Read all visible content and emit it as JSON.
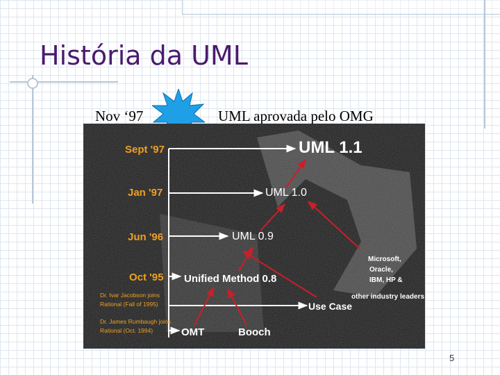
{
  "slide": {
    "title": "História da UML",
    "event_date": "Nov ‘97",
    "event_text": "UML aprovada pelo OMG",
    "page_number": "5"
  },
  "diagram": {
    "dates": [
      "Sept '97",
      "Jan '97",
      "Jun '96",
      "Oct '95"
    ],
    "milestones": [
      "UML 1.1",
      "UML 1.0",
      "UML 0.9",
      "Unified Method 0.8"
    ],
    "origins": [
      "OMT",
      "Booch",
      "Use Case"
    ],
    "notes": [
      "Dr. Ivar Jacobson joins",
      "Rational (Fall of 1995)",
      "Dr. James Rumbaugh joins",
      "Rational (Oct. 1994)"
    ],
    "leaders": [
      "Microsoft,",
      "Oracle,",
      "IBM, HP &",
      "other industry leaders"
    ],
    "colors": {
      "background": "#1a1a1a",
      "date_text": "#f0a020",
      "milestone_text": "#ffffff",
      "arrow_red": "#c8202a"
    }
  }
}
